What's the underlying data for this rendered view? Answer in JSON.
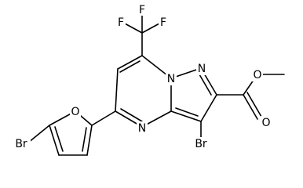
{
  "molecule": {
    "atoms": {
      "F_top": "F",
      "F_left": "F",
      "F_right": "F",
      "N_bridge": "N",
      "N_pyrazole": "N",
      "N_pyrimidine": "N",
      "O_ester_single": "O",
      "O_carbonyl": "O",
      "Br_pyrazole": "Br",
      "O_furan": "O",
      "Br_furan": "Br"
    }
  }
}
